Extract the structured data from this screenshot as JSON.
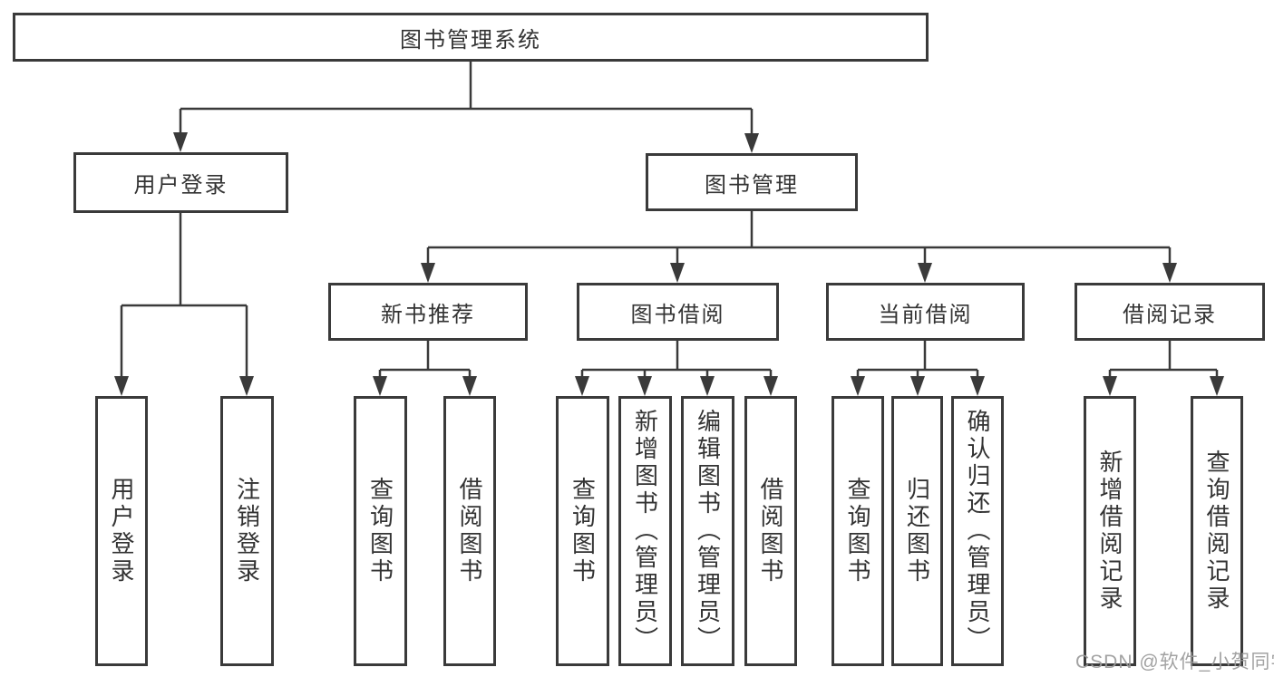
{
  "tree": {
    "root": "图书管理系统",
    "branches": [
      {
        "label": "用户登录",
        "children": [
          "用户登录",
          "注销登录"
        ]
      },
      {
        "label": "图书管理",
        "children": [
          {
            "label": "新书推荐",
            "children": [
              "查询图书",
              "借阅图书"
            ]
          },
          {
            "label": "图书借阅",
            "children": [
              "查询图书",
              "新增图书（管理员）",
              "编辑图书（管理员）",
              "借阅图书"
            ]
          },
          {
            "label": "当前借阅",
            "children": [
              "查询图书",
              "归还图书",
              "确认归还（管理员）"
            ]
          },
          {
            "label": "借阅记录",
            "children": [
              "新增借阅记录",
              "查询借阅记录"
            ]
          }
        ]
      }
    ]
  },
  "colors": {
    "line": "#3a3a3a",
    "text": "#333333",
    "watermark_gray": "#9b9b9b",
    "background": "#ffffff"
  },
  "watermark": "CSDN @软件_小贺同学"
}
